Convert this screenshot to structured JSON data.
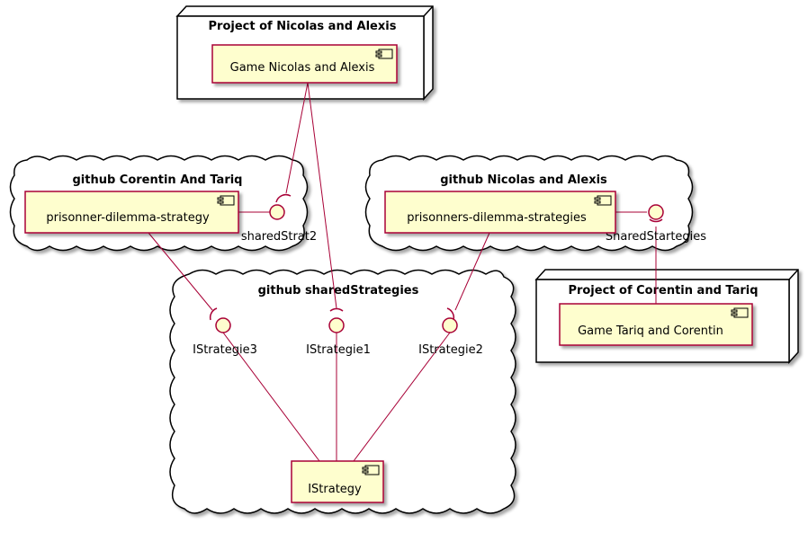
{
  "colors": {
    "component_fill": "#FEFECE",
    "component_border": "#A80036",
    "link": "#A80036",
    "container_border": "#000000",
    "background": "#FFFFFF"
  },
  "containers": {
    "project_nicolas_alexis": {
      "title": "Project of Nicolas and Alexis"
    },
    "github_corentin_tariq": {
      "title": "github Corentin And Tariq"
    },
    "github_nicolas_alexis": {
      "title": "github Nicolas and Alexis"
    },
    "github_shared": {
      "title": "github sharedStrategies"
    },
    "project_corentin_tariq": {
      "title": "Project of Corentin and Tariq"
    }
  },
  "components": {
    "game_nicolas_alexis": "Game Nicolas and Alexis",
    "prisonner_strategy": "prisonner-dilemma-strategy",
    "prisonners_strategies": "prisonners-dilemma-strategies",
    "game_tariq_corentin": "Game Tariq and Corentin",
    "istrategy": "IStrategy"
  },
  "interfaces": {
    "shared_strat2": "sharedStrat2",
    "shared_startegies": "SharedStartegies",
    "istrategie3": "IStrategie3",
    "istrategie1": "IStrategie1",
    "istrategie2": "IStrategie2"
  }
}
